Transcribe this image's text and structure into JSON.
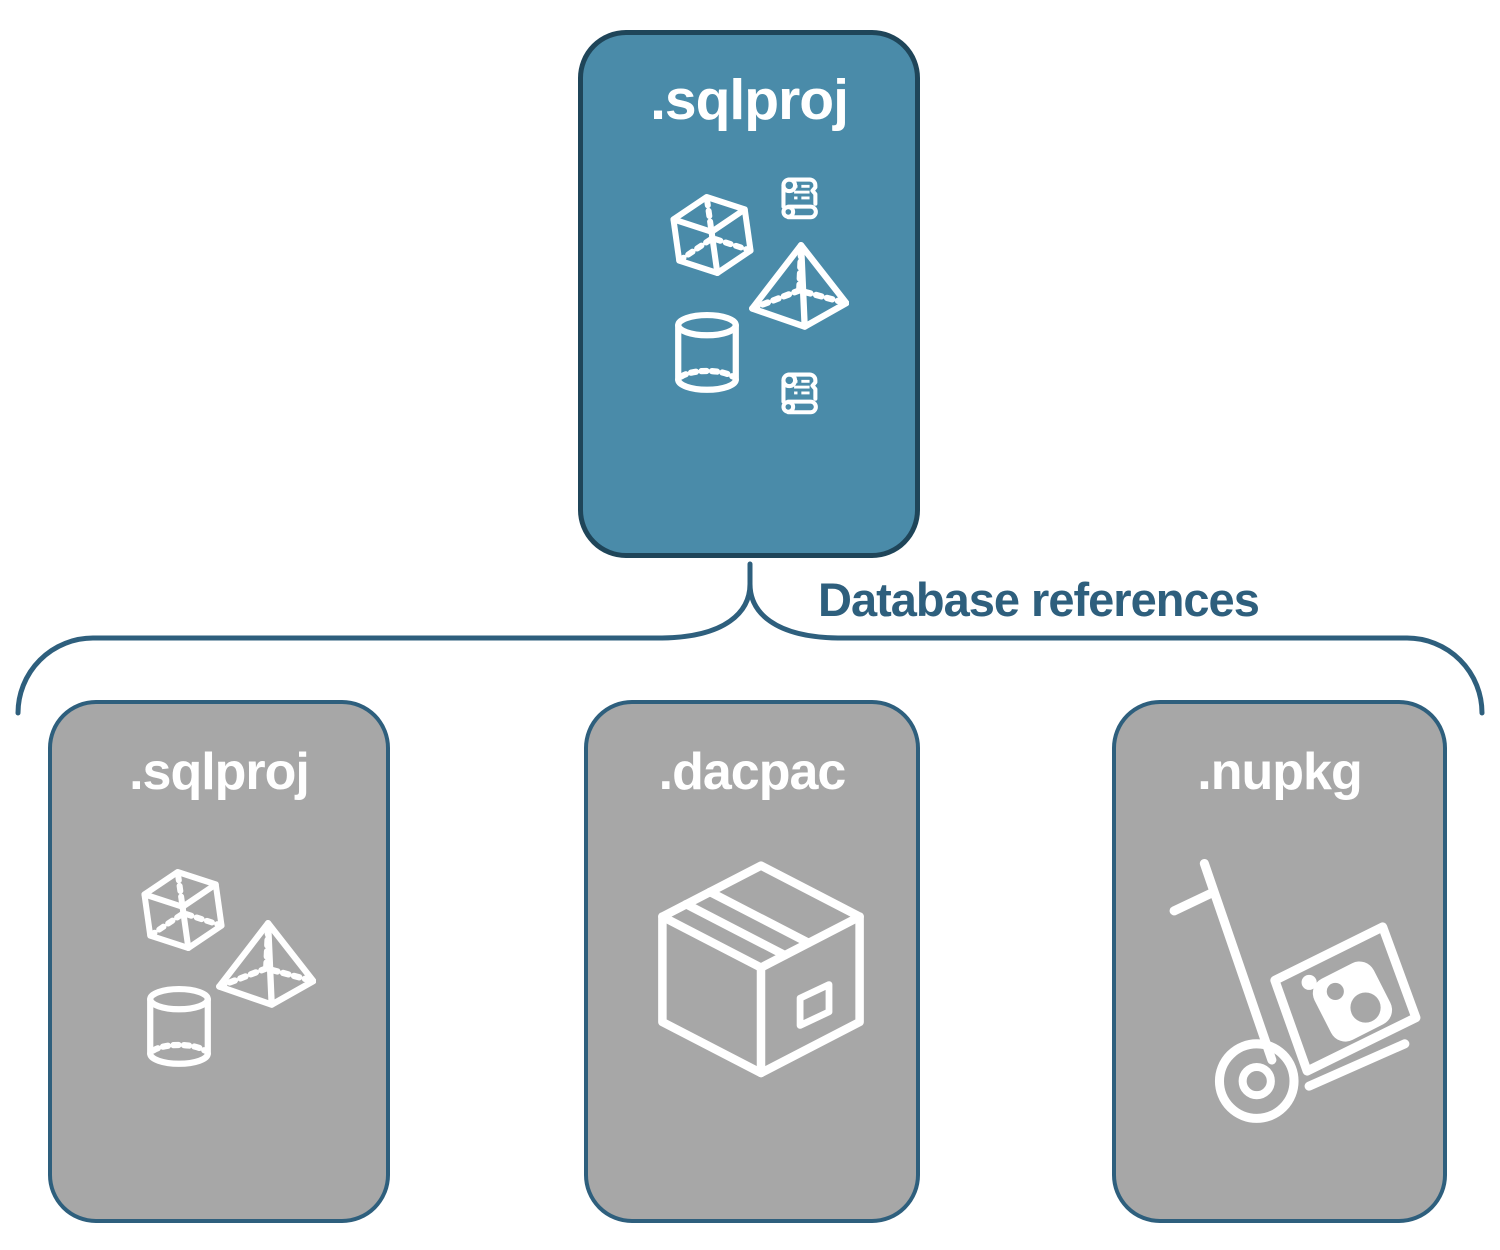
{
  "title": "SQL project database references diagram",
  "colors": {
    "background": "#FFFFFF",
    "root_fill": "#4A8BA9",
    "root_border": "#1F4559",
    "child_fill": "#A7A7A7",
    "child_border": "#2E5F7D",
    "connector": "#2E5F7D",
    "connector_text": "#2E5F7D",
    "node_text": "#FFFFFF",
    "icon_stroke": "#FFFFFF"
  },
  "root": {
    "label": ".sqlproj",
    "icons": [
      "scroll-icon",
      "cube-icon",
      "pyramid-icon",
      "cylinder-icon",
      "scroll-icon"
    ]
  },
  "connector": {
    "label": "Database references"
  },
  "children": [
    {
      "label": ".sqlproj",
      "icons": [
        "cube-icon",
        "pyramid-icon",
        "cylinder-icon"
      ]
    },
    {
      "label": ".dacpac",
      "icons": [
        "package-box-icon"
      ]
    },
    {
      "label": ".nupkg",
      "icons": [
        "hand-truck-package-icon"
      ]
    }
  ]
}
